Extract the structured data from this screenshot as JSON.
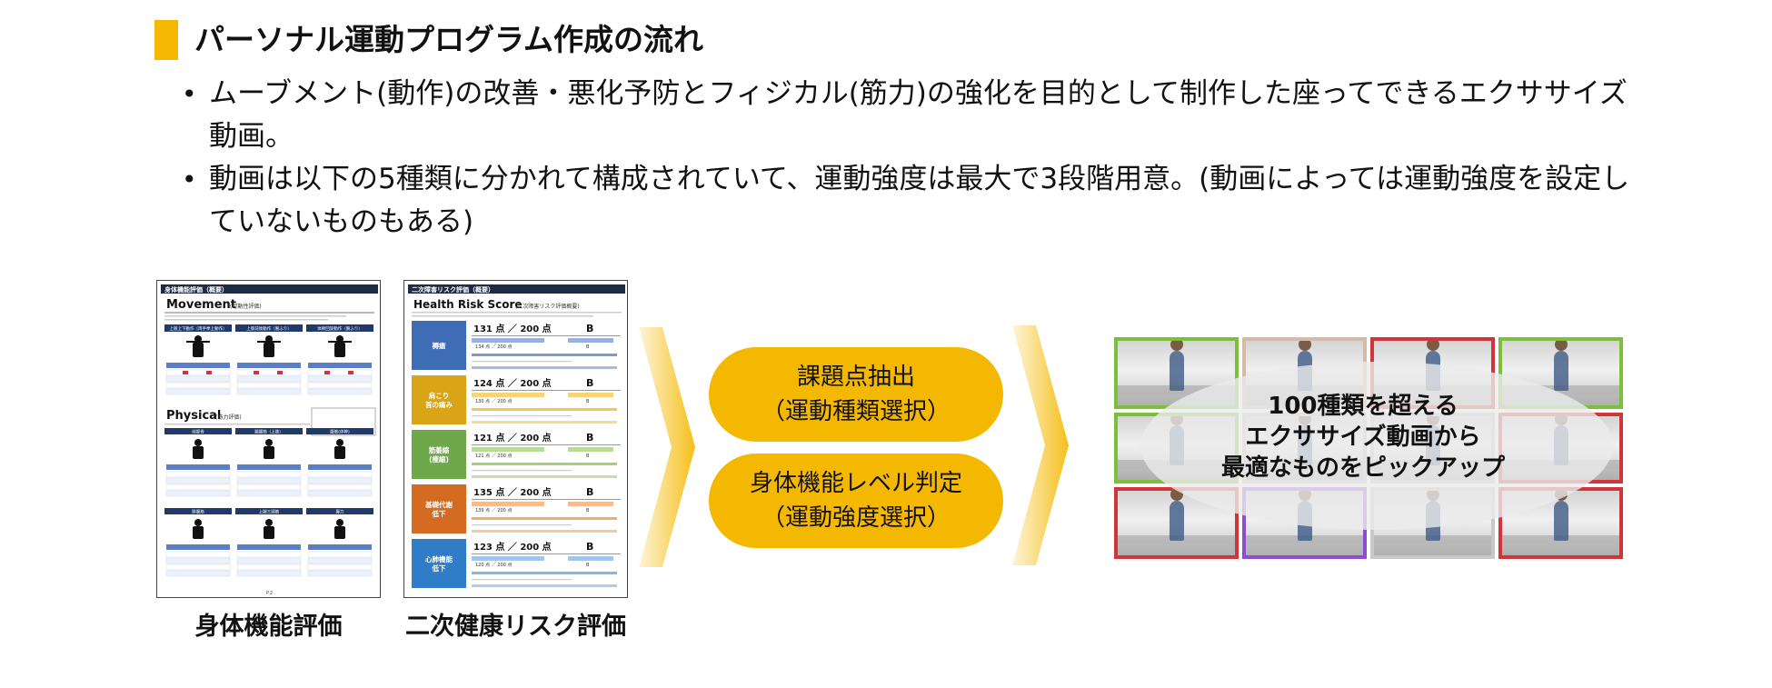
{
  "heading": "パーソナル運動プログラム作成の流れ",
  "bullets": [
    "ムーブメント(動作)の改善・悪化予防とフィジカル(筋力)の強化を目的として制作した座ってできるエクササイズ動画。",
    "動画は以下の5種類に分かれて構成されていて、運動強度は最大で3段階用意。(動画によっては運動強度を設定していないものもある)"
  ],
  "documents": [
    {
      "caption": "身体機能評価",
      "header": "身体機能評価（概要）",
      "section1": "Movement",
      "section1_sub": "(可動性評価)",
      "section1_panels": [
        "上肢上下動作（両手挙上動作）",
        "上肢前後動作（腕ふり）",
        "体幹回旋動作（腕ふり）"
      ],
      "section2": "Physical",
      "section2_sub": "(筋力評価)",
      "section2_panels": [
        "前脛骨",
        "腸腰筋（上肢）",
        "腹筋(体幹)",
        "腓腹筋",
        "上腕三頭筋",
        "握力"
      ],
      "footer": "P.2"
    },
    {
      "caption": "二次健康リスク評価",
      "header": "二次障害リスク評価（概要）",
      "section": "Health Risk Score",
      "section_sub": "(二次障害リスク評価概要)",
      "rows": [
        {
          "label": "褥瘡",
          "score": "131",
          "total": "200",
          "grade": "B",
          "prev": "134",
          "color": "#3f6db5",
          "bar": "#6b8fcf"
        },
        {
          "label": "肩こり\n首の痛み",
          "score": "124",
          "total": "200",
          "grade": "B",
          "prev": "130",
          "color": "#d9a516",
          "bar": "#f2c23d"
        },
        {
          "label": "筋萎縮\n(痩縮)",
          "score": "121",
          "total": "200",
          "grade": "B",
          "prev": "121",
          "color": "#6fa84b",
          "bar": "#9bcc6e"
        },
        {
          "label": "基礎代謝\n低下",
          "score": "135",
          "total": "200",
          "grade": "B",
          "prev": "139",
          "color": "#d36b21",
          "bar": "#f1a15e"
        },
        {
          "label": "心肺機能\n低下",
          "score": "123",
          "total": "200",
          "grade": "B",
          "prev": "120",
          "color": "#2f7cc7",
          "bar": "#78aee3"
        }
      ]
    }
  ],
  "process": [
    {
      "line1": "課題点抽出",
      "line2": "（運動種類選択）"
    },
    {
      "line1": "身体機能レベル判定",
      "line2": "（運動強度選択）"
    }
  ],
  "video_grid": {
    "overlay_lines": [
      "100種類を超える",
      "エクササイズ動画から",
      "最適なものをピックアップ"
    ],
    "tile_colors": [
      "#7cbf3a",
      "#d7b9a7",
      "#d0353a",
      "#7cbf3a",
      "#7cbf3a",
      "#c8c8c8",
      "#c8c8c8",
      "#d0353a",
      "#d0353a",
      "#8a4fd0",
      "#c8c8c8",
      "#d0353a"
    ]
  },
  "colors": {
    "accent": "#f5b800",
    "text": "#111111"
  }
}
